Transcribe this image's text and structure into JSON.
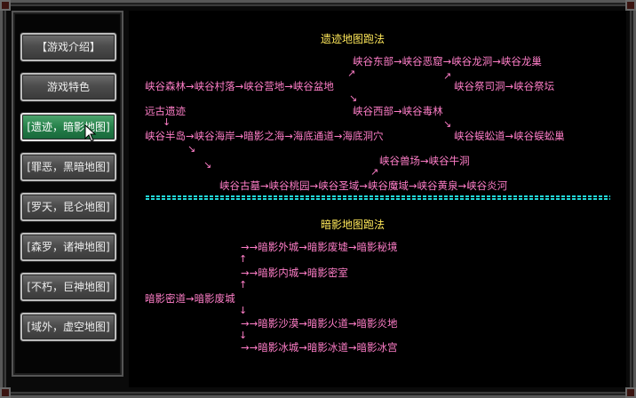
{
  "sidebar": {
    "items": [
      {
        "label": "【游戏介绍】"
      },
      {
        "label": "游戏特色"
      },
      {
        "label": "[遗迹，暗影地图]"
      },
      {
        "label": "[罪恶，黑暗地图]"
      },
      {
        "label": "[罗天，昆仑地图]"
      },
      {
        "label": "[森罗，诸神地图]"
      },
      {
        "label": "[不朽，巨神地图]"
      },
      {
        "label": "[域外，虚空地图]"
      }
    ]
  },
  "ruins": {
    "title": "遗迹地图跑法",
    "east_route": "峡谷东部→峡谷恶窟→峡谷龙洞→峡谷龙巢",
    "forest_route": "峡谷森林→峡谷村落→峡谷营地→峡谷盆地",
    "sacrifice_route": "峡谷祭司洞→峡谷祭坛",
    "origin": "远古遗迹",
    "west_route": "峡谷西部→峡谷毒林",
    "peninsula_route": "峡谷半岛→峡谷海岸→暗影之海→海底通道→海底洞穴",
    "centipede_route": "峡谷蜈蚣道→峡谷蜈蚣巢",
    "beast_route": "峡谷兽场→峡谷牛洞",
    "tomb_route": "峡谷古墓→峡谷桃园→峡谷圣域→峡谷魔域→峡谷黄泉→峡谷炎河"
  },
  "shadow": {
    "title": "暗影地图跑法",
    "outer_route": "→→暗影外城→暗影废墟→暗影秘境",
    "inner_route": "→→暗影内城→暗影密室",
    "origin_route": "暗影密道→暗影废城",
    "desert_route": "→→暗影沙漠→暗影火道→暗影炎地",
    "ice_route": "→→暗影冰城→暗影冰道→暗影冰宫"
  },
  "colors": {
    "title": "#ffe85a",
    "route": "#ff7ec8",
    "separator": "#22d8d8",
    "active_button": "#26814a"
  },
  "icons": [
    "arrow-up-right",
    "arrow-down-right",
    "arrow-down",
    "arrow-up",
    "mouse-pointer-icon"
  ]
}
